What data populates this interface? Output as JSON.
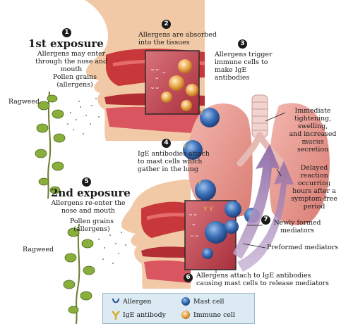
{
  "steps": {
    "s1": {
      "number": "1",
      "heading": "1st exposure",
      "text": [
        "Allergens may enter",
        "through the nose and mouth"
      ]
    },
    "s2": {
      "number": "2",
      "text": [
        "Allergens are absorbed",
        "into the tissues"
      ]
    },
    "s3": {
      "number": "3",
      "text": [
        "Allergens trigger",
        "immune cells to",
        "make IgE",
        "antibodies"
      ]
    },
    "s4": {
      "number": "4",
      "text": [
        "IgE antibodies attach",
        "to mast cells which",
        "gather in the lung"
      ]
    },
    "s5": {
      "number": "5",
      "heading": "2nd exposure",
      "text": [
        "Allergens re-enter the",
        "nose and mouth"
      ]
    },
    "s6": {
      "number": "6",
      "text": [
        "Allergens attach to IgE antibodies",
        "causing mast cells to release mediators"
      ]
    },
    "s7": {
      "number": "7"
    }
  },
  "labels": {
    "pollen_top": [
      "Pollen grains",
      "(allergens)"
    ],
    "pollen_bottom": [
      "Pollen grains",
      "(allergens)"
    ],
    "ragweed_top": "Ragweed",
    "ragweed_bottom": "Ragweed",
    "immediate": [
      "Immediate",
      "tightening,",
      "swelling,",
      "and increased",
      "mucus",
      "secretion"
    ],
    "delayed": [
      "Delayed",
      "reaction",
      "occurring",
      "hours after a",
      "symptom-free",
      "period"
    ],
    "newly_formed": [
      "Newly formed",
      "mediators"
    ],
    "preformed": "Preformed mediators"
  },
  "legend": {
    "allergen": "Allergen",
    "mast_cell": "Mast cell",
    "ige_antibody": "IgE antibody",
    "immune_cell": "Immune cell"
  },
  "colors": {
    "tissue_red": "#c8373a",
    "skin": "#f2c9a6",
    "lung_pink": "#e99b93",
    "mast_cell_blue": "#3b6fb8",
    "immune_cell_orange": "#e9a54a",
    "ige_yellow": "#e8c23a",
    "mediator_purple": "#a98ab8",
    "legend_bg": "#dbeaf3"
  }
}
